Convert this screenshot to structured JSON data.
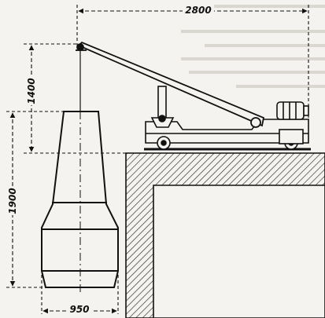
{
  "dimensions": {
    "reach": "2800",
    "lift_height": "1400",
    "body_height": "1900",
    "body_width": "950"
  },
  "colors": {
    "ink": "#111111",
    "paper": "#f4f3ef",
    "hatch": "#2a2a2a"
  }
}
